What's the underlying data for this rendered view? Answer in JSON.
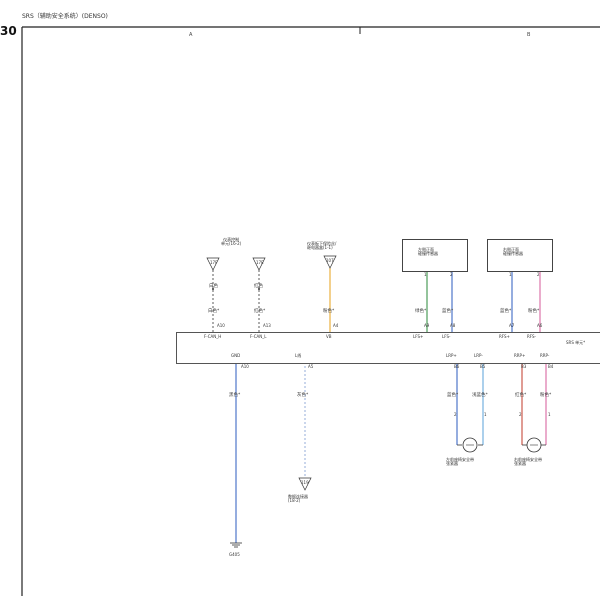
{
  "header": {
    "title": "SRS（辅助安全系统）(DENSO)",
    "page_number": "30",
    "col_a": "A",
    "col_b": "B"
  },
  "left": {
    "group_label": "仪表控制\n单元(16-2)",
    "conn1": "17F",
    "conn2": "17E",
    "wire1_color": "白色",
    "wire2_color": "红色",
    "wire1_color2": "白色*",
    "wire2_color2": "红色*",
    "pin1": "A10",
    "pin2": "A13",
    "sig1": "F-CAN_H",
    "sig2": "F-CAN_L"
  },
  "mid": {
    "label": "仪表板下保险丝/\n继电器盒(1-1)",
    "conn": "107",
    "wire_color": "粉色*",
    "pin": "A4",
    "sig": "VB"
  },
  "right1": {
    "name": "左侧正面\n碰撞传感器",
    "pin_a": "1",
    "pin_b": "2",
    "wire_a": "绿色*",
    "wire_b": "蓝色*",
    "srs_pin_a": "A9",
    "srs_pin_b": "A8",
    "sig_a": "LFS+",
    "sig_b": "LFS-"
  },
  "right2": {
    "name": "右侧正面\n碰撞传感器",
    "pin_a": "1",
    "pin_b": "2",
    "wire_a": "蓝色*",
    "wire_b": "粉色*",
    "srs_pin_a": "A7",
    "srs_pin_b": "A6",
    "sig_a": "RFS+",
    "sig_b": "RFS-"
  },
  "srs_unit": "SRS 单元*",
  "bottom": {
    "gnd": "GND",
    "gnd_pin": "A10",
    "gnd_wire": "黑色*",
    "ground": "G405",
    "lbl": "L线",
    "lbl_pin": "A5",
    "lbl_wire": "灰色*",
    "dlc_conn": "119",
    "dlc_name": "数据连接器\n(18-2)",
    "lrp": "LRP+",
    "lrp2": "LRP-",
    "lrp_pin1": "B6",
    "lrp_pin2": "B5",
    "lrp_w1": "蓝色*",
    "lrp_w2": "浅蓝色*",
    "lrp_p1": "2",
    "lrp_p2": "1",
    "lrp_name": "左前座椅安全带\n张紧器",
    "rrp": "RRP+",
    "rrp2": "RRP-",
    "rrp_pin1": "B3",
    "rrp_pin2": "B4",
    "rrp_w1": "红色*",
    "rrp_w2": "粉色*",
    "rrp_p1": "2",
    "rrp_p2": "1",
    "rrp_name": "右前座椅安全带\n张紧器"
  }
}
